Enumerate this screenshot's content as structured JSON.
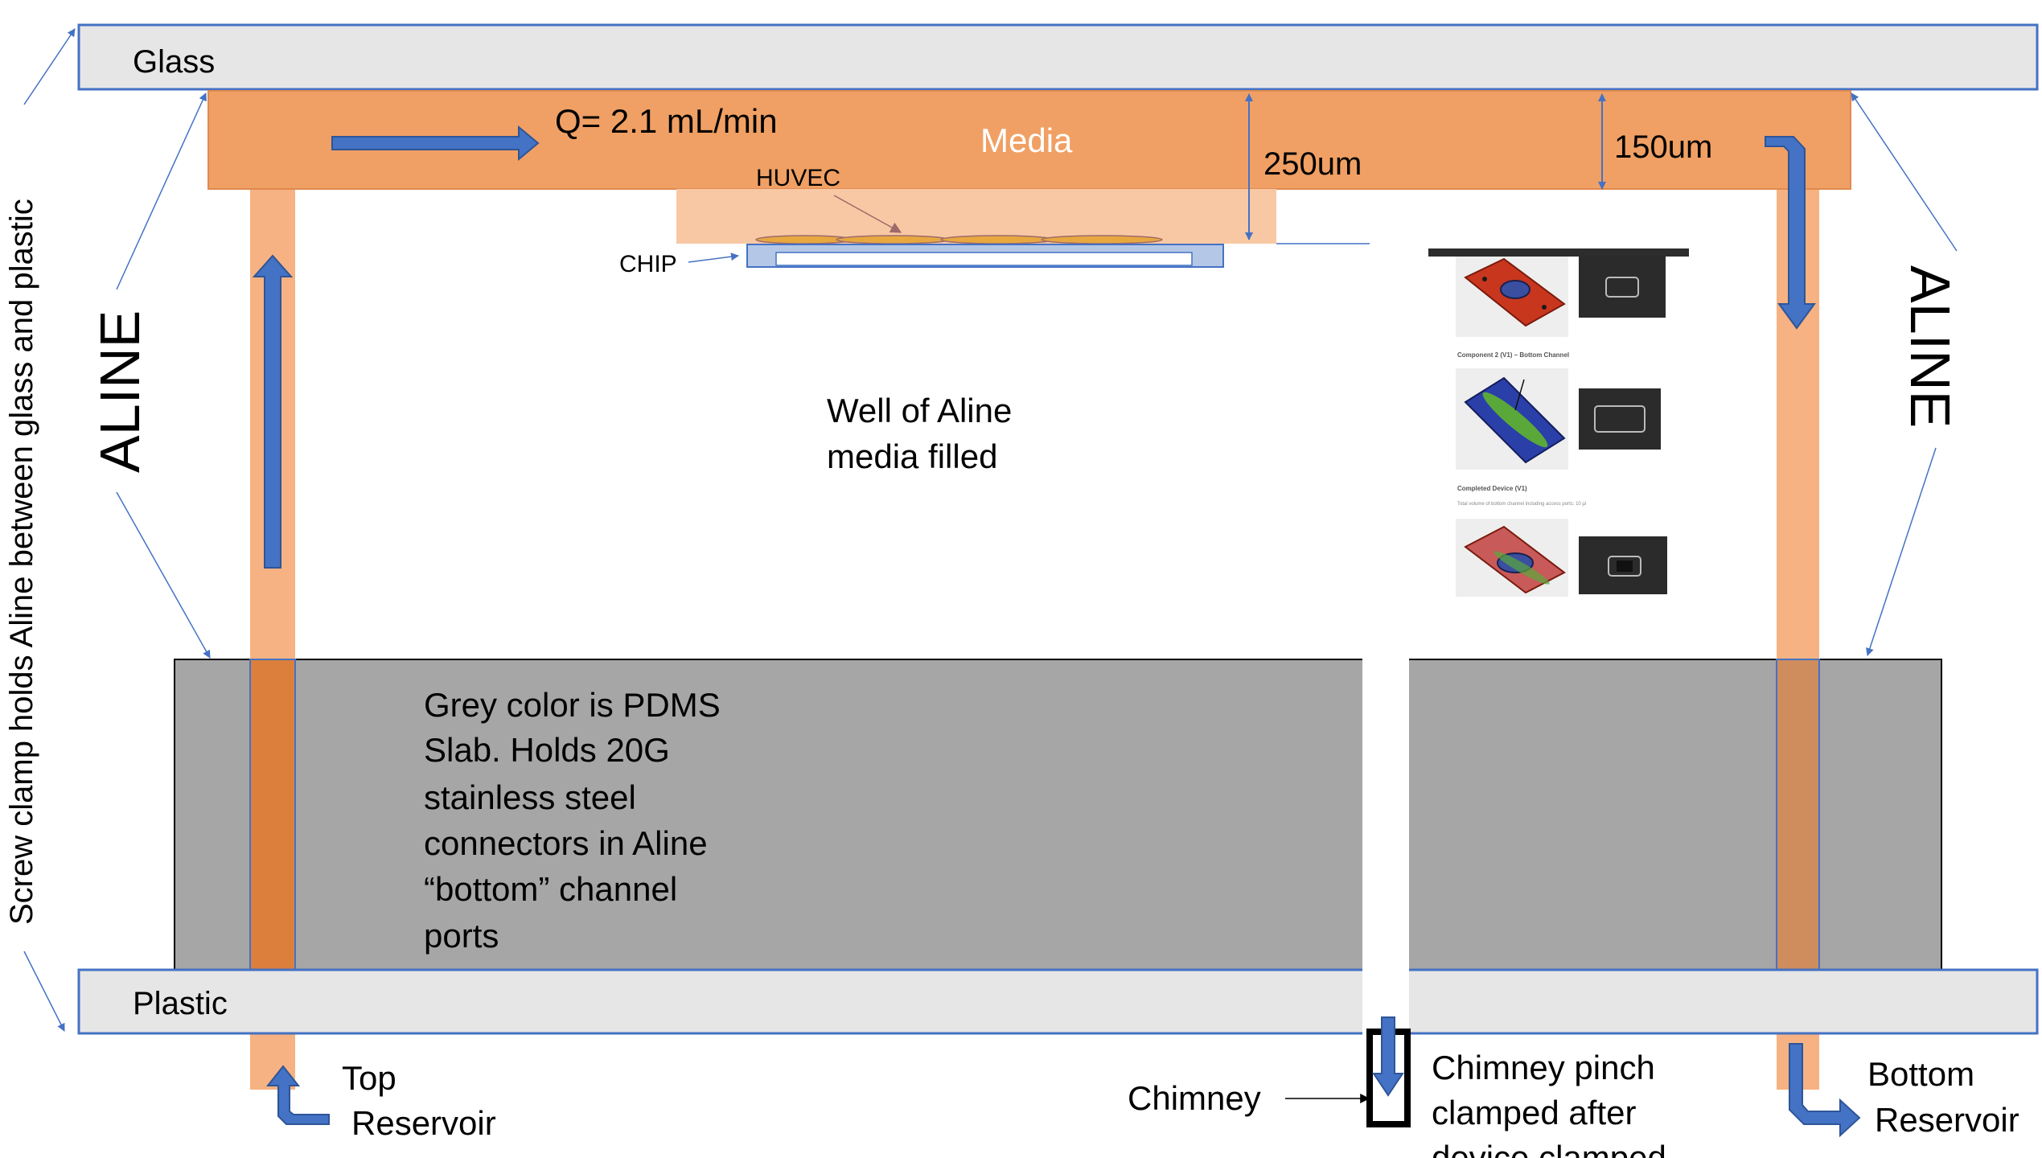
{
  "labels": {
    "glass": "Glass",
    "plastic": "Plastic",
    "media": "Media",
    "flow_rate": "Q= 2.1 mL/min",
    "gap_250": "250um",
    "gap_150": "150um",
    "huvec": "HUVEC",
    "chip": "CHIP",
    "well_line1": "Well of Aline",
    "well_line2": "media filled",
    "aline_left": "ALINE",
    "aline_right": "ALINE",
    "side_note": "Screw clamp holds Aline between glass and plastic",
    "pdms_lines": [
      "Grey color is PDMS",
      "Slab. Holds 20G",
      "stainless steel",
      "connectors in Aline",
      "“bottom” channel",
      "ports"
    ],
    "top_reservoir_1": "Top",
    "top_reservoir_2": "Reservoir",
    "bottom_reservoir_1": "Bottom",
    "bottom_reservoir_2": "Reservoir",
    "chimney": "Chimney",
    "chimney_note_1": "Chimney pinch",
    "chimney_note_2": "clamped after",
    "chimney_note_3": "device clamped"
  },
  "inset": {
    "caption_2": "Component 2 (V1) – Bottom Channel",
    "caption_3": "Completed Device (V1)",
    "note_3": "Total volume of bottom channel including access ports: 10 µl"
  },
  "colors": {
    "media": "#f0a064",
    "media_light": "#f8c8a4",
    "channel": "#f4a46c",
    "channel_dark": "#e08040",
    "pdms": "#a6a6a6",
    "glass": "#e6e6e6",
    "outline": "#4472c4",
    "arrow": "#4472c4",
    "chip": "#b4c7e7",
    "huvec": "#e8a840"
  }
}
